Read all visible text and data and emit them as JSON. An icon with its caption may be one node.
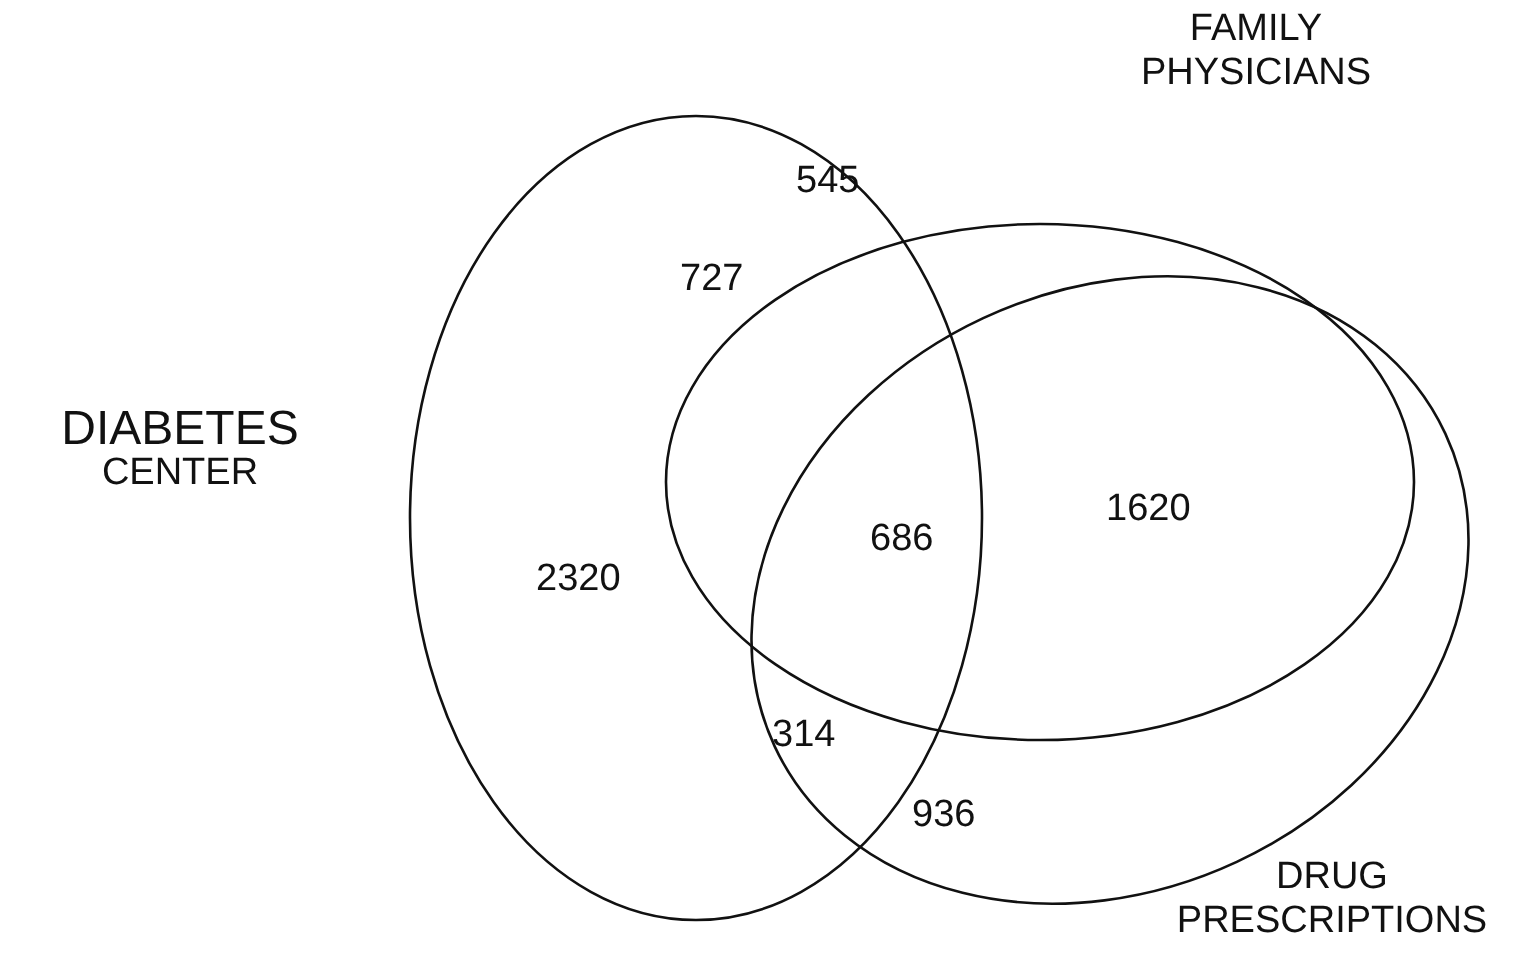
{
  "diagram": {
    "nodes": [
      {
        "text": [
          "DIABETES CENTER"
        ]
      },
      {
        "text": [
          "FAMILY PHYSICIANS"
        ]
      },
      {
        "text": [
          "DRUG PRESCRIPTIONS"
        ]
      }
    ],
    "labels": [
      "545",
      "727",
      "1620",
      "686",
      "2320",
      "314",
      "936"
    ]
  }
}
